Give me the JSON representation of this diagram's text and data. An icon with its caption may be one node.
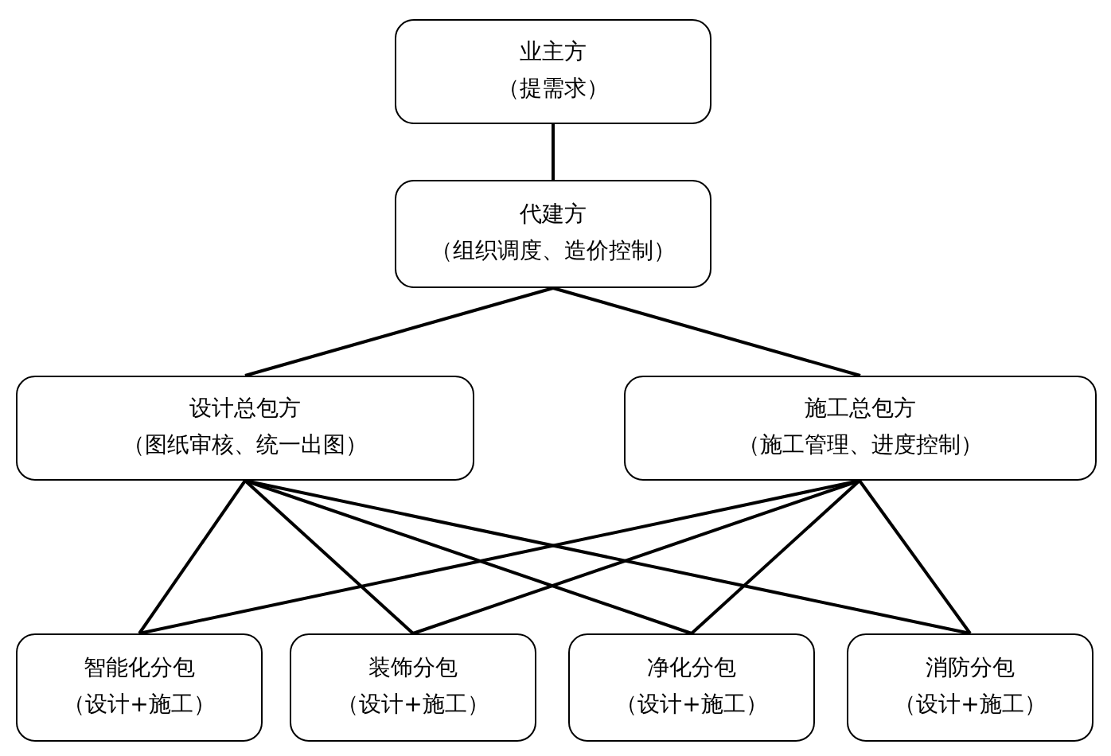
{
  "diagram": {
    "nodes": [
      {
        "text": [
          "业主方",
          "（提需求）"
        ]
      },
      {
        "text": [
          "代建方",
          "（组织调度、造价控制）"
        ]
      },
      {
        "text": [
          "设计总包方",
          "（图纸审核、统一出图）"
        ]
      },
      {
        "text": [
          "施工总包方",
          "（施工管理、进度控制）"
        ]
      },
      {
        "text": [
          "智能化分包",
          "（设计+施工）"
        ]
      },
      {
        "text": [
          "装饰分包",
          "（设计+施工）"
        ]
      },
      {
        "text": [
          "净化分包",
          "（设计+施工）"
        ]
      },
      {
        "text": [
          "消防分包",
          "（设计+施工）"
        ]
      }
    ],
    "edges": [
      {
        "from": 0,
        "to": 1,
        "arrow": "none"
      },
      {
        "from": 1,
        "to": 2,
        "arrow": "none"
      },
      {
        "from": 1,
        "to": 3,
        "arrow": "none"
      },
      {
        "from": 2,
        "to": 4,
        "arrow": "none"
      },
      {
        "from": 2,
        "to": 5,
        "arrow": "none"
      },
      {
        "from": 2,
        "to": 6,
        "arrow": "none"
      },
      {
        "from": 2,
        "to": 7,
        "arrow": "none"
      },
      {
        "from": 3,
        "to": 4,
        "arrow": "none"
      },
      {
        "from": 3,
        "to": 5,
        "arrow": "none"
      },
      {
        "from": 3,
        "to": 6,
        "arrow": "none"
      },
      {
        "from": 3,
        "to": 7,
        "arrow": "none"
      }
    ]
  }
}
